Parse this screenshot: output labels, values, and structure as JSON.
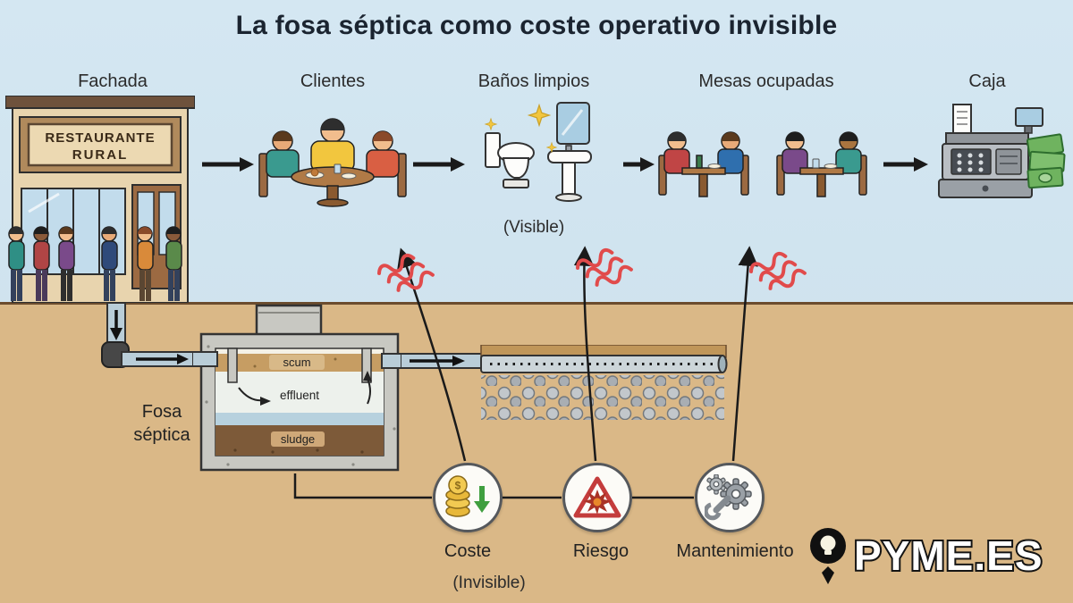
{
  "title": "La fosa séptica como coste operativo invisible",
  "flow": {
    "fachada": "Fachada",
    "clientes": "Clientes",
    "banos": "Baños limpios",
    "mesas": "Mesas ocupadas",
    "caja": "Caja",
    "visible_note": "(Visible)"
  },
  "building": {
    "sign_line1": "RESTAURANTE",
    "sign_line2": "RURAL"
  },
  "septic_tank": {
    "label_line1": "Fosa",
    "label_line2": "séptica",
    "layer_scum": "scum",
    "layer_effluent": "effluent",
    "layer_sludge": "sludge"
  },
  "hidden_costs": {
    "coste": "Coste",
    "riesgo": "Riesgo",
    "mantenimiento": "Mantenimiento",
    "invisible_note": "(Invisible)"
  },
  "icons": {
    "coste": "coins-stack-with-down-arrow",
    "riesgo": "explosion-warning-triangle",
    "mantenimiento": "gears-and-wrench",
    "logo": "lightbulb-person",
    "coin_symbol": "$"
  },
  "logo": {
    "text": "PYME.ES"
  },
  "colors": {
    "sky": "#cfe3ef",
    "ground": "#dab887",
    "ground_line": "#6b4c2e",
    "odor_red": "#e14b4b",
    "arrow_black": "#1a1a1a",
    "coin_gold": "#e8b83a",
    "arrow_green": "#3f9f3f",
    "hazard_red": "#c43c3c",
    "pipe_blue": "#b9cdd8"
  }
}
